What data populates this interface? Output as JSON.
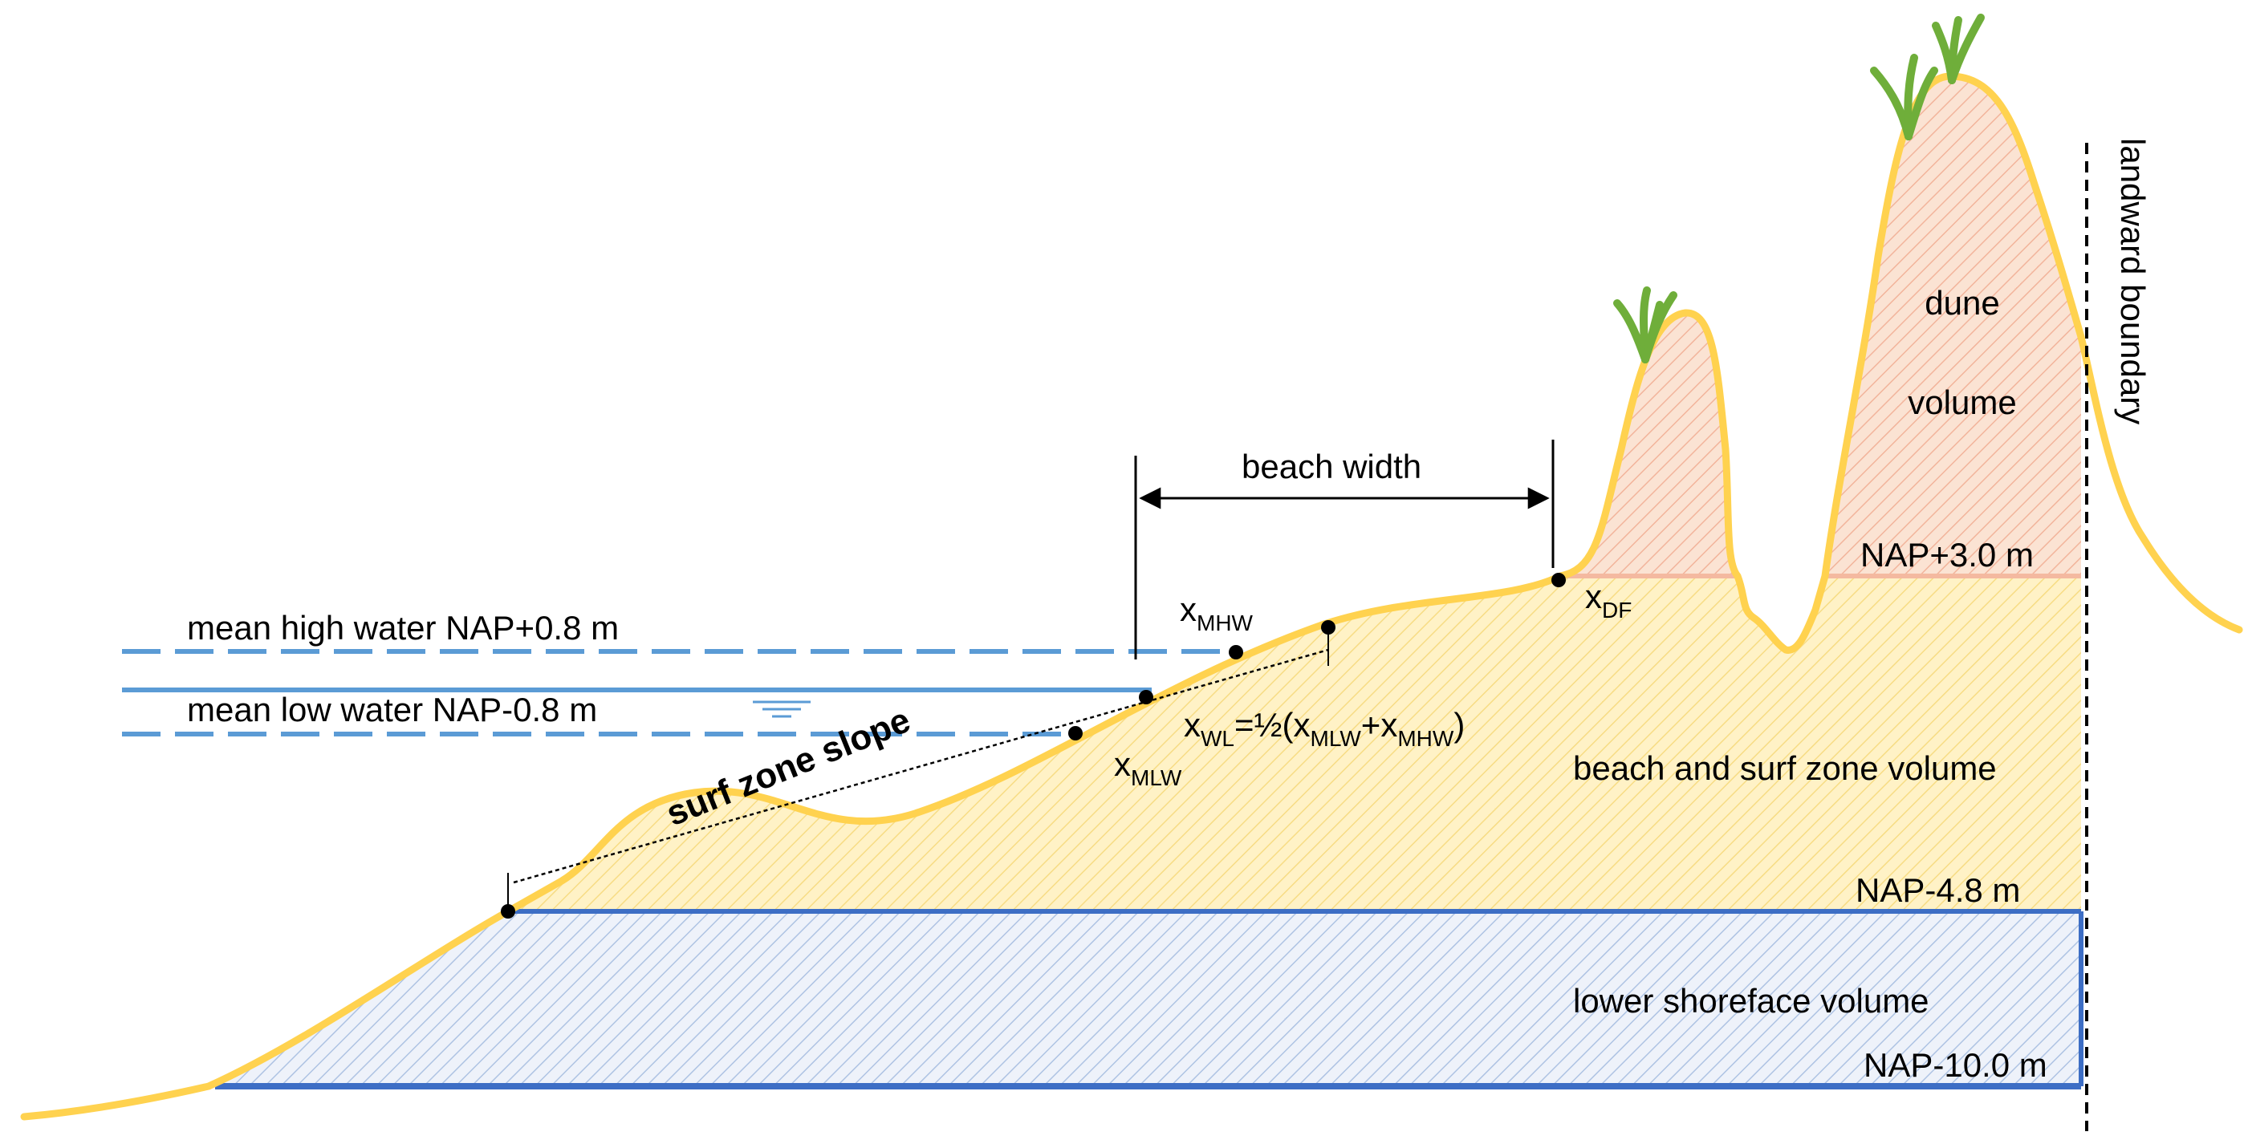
{
  "colors": {
    "sand_outline": "#FFD24F",
    "sand_fill": "#FFF2C6",
    "sand_hatch": "#F7DC84",
    "dune_fill": "#FBE3D3",
    "dune_hatch": "#F2B49B",
    "dune_base": "#F4B9A0",
    "shoreface_fill": "#EEF2FA",
    "shoreface_hatch": "#AEC3E3",
    "shoreface_border": "#3D6EC5",
    "water": "#5B9BD5",
    "grass": "#6FAE3A"
  },
  "labels": {
    "mhw": "mean high water NAP+0.8 m",
    "mlw": "mean low water NAP-0.8 m",
    "surf_slope": "surf zone slope",
    "beach_width": "beach width",
    "x_mhw": {
      "base": "x",
      "sub": "MHW"
    },
    "x_mlw": {
      "base": "x",
      "sub": "MLW"
    },
    "x_df": {
      "base": "x",
      "sub": "DF"
    },
    "x_wl": {
      "p1": "x",
      "s1": "WL",
      "p2": "=½(x",
      "s2": "MLW",
      "p3": "+x",
      "s3": "MHW",
      "p4": ")"
    },
    "dune_line1": "dune",
    "dune_line2": "volume",
    "beach_surf_volume": "beach and surf zone volume",
    "lower_shoreface_volume": "lower shoreface volume",
    "nap_plus3": "NAP+3.0 m",
    "nap_minus48": "NAP-4.8 m",
    "nap_minus10": "NAP-10.0 m",
    "landward_boundary": "landward boundary"
  },
  "icons": [
    "water-level-symbol-icon",
    "grass-tuft-icon"
  ]
}
